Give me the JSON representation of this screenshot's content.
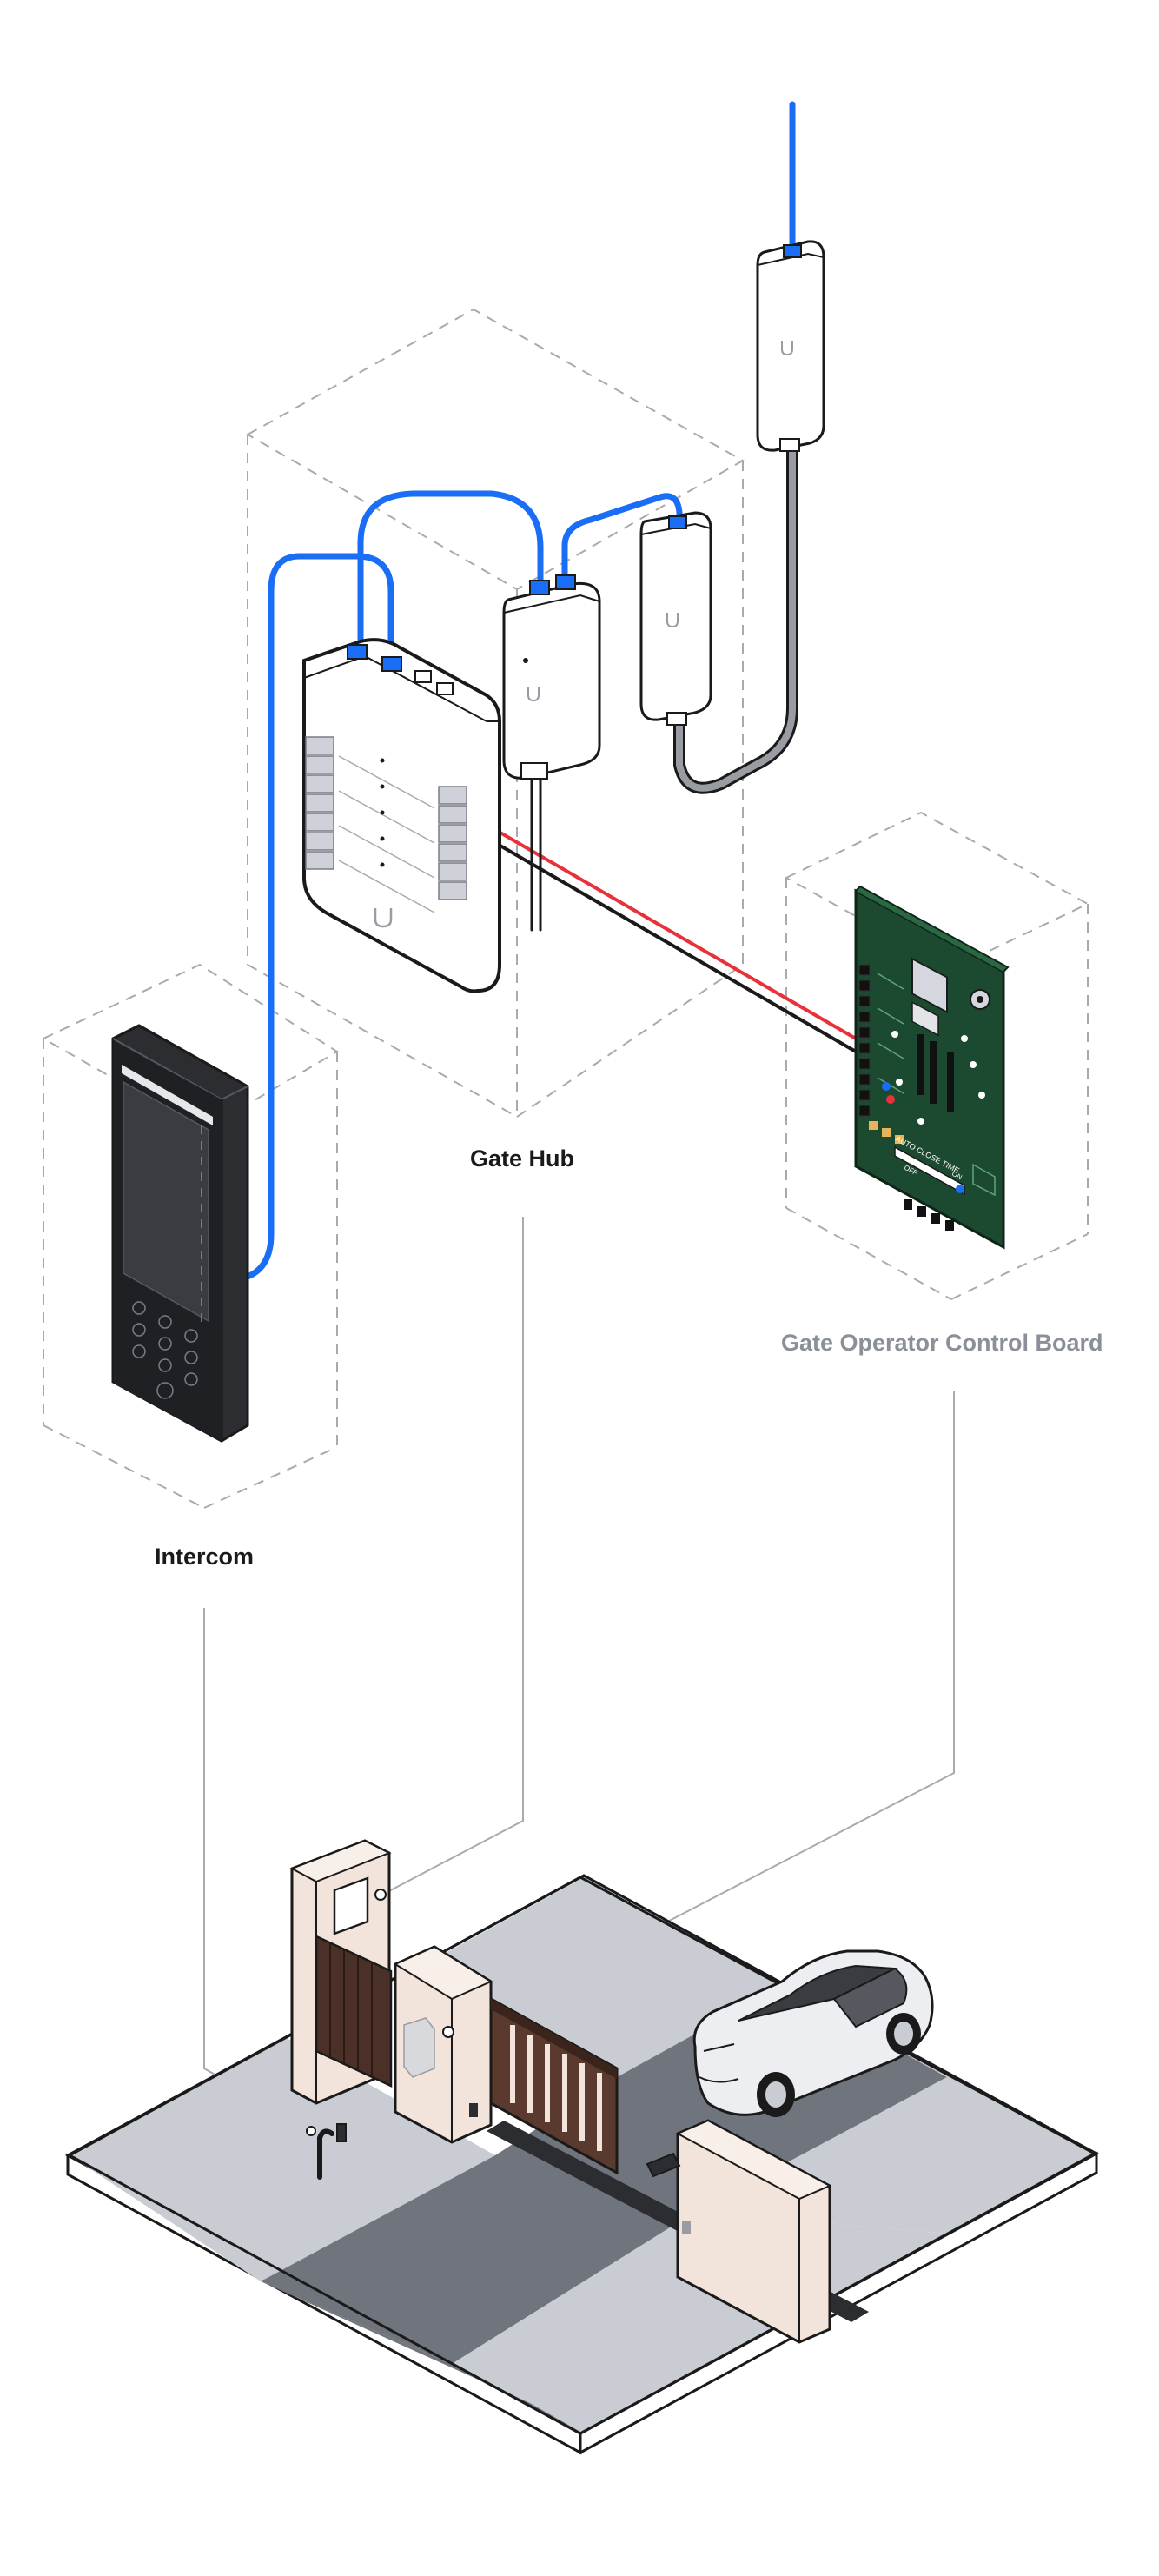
{
  "labels": {
    "gate_hub": "Gate Hub",
    "gate_operator": "Gate Operator Control Board",
    "intercom": "Intercom"
  },
  "board_text": {
    "auto_close_time": "AUTO CLOSE TIME",
    "off": "OFF",
    "on": "ON"
  },
  "colors": {
    "ethernet": "#1a6ef5",
    "power_red": "#e8313a",
    "power_black": "#1a1a1a",
    "pcb_green": "#1c4a30",
    "label_dark": "#1a1a1a",
    "label_gray": "#8a8f98",
    "pillar_beige": "#f2e4da",
    "gate_brown": "#5a3a2e",
    "ground_light": "#c9ccd3",
    "ground_dark": "#70747c"
  },
  "icons": [
    "ubiquiti-logo-icon",
    "car-icon",
    "gate-icon",
    "intercom-keypad-icon"
  ]
}
